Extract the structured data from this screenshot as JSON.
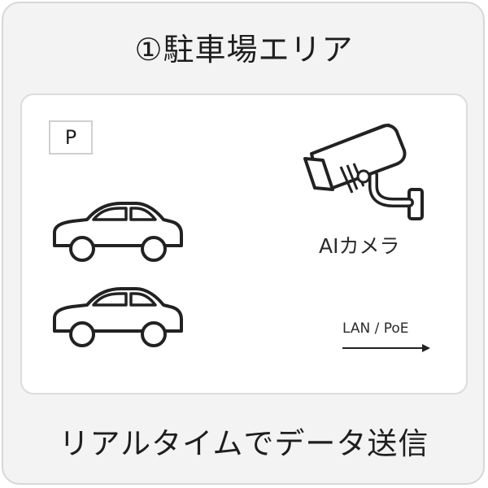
{
  "title": "①駐車場エリア",
  "parking_badge": "P",
  "camera_label": "AIカメラ",
  "connection_label": "LAN / PoE",
  "footer": "リアルタイムでデータ送信",
  "icons": [
    "car-icon",
    "car-icon",
    "security-camera-icon",
    "arrow-right-icon"
  ],
  "colors": {
    "line": "#222222",
    "panel_bg": "#ffffff",
    "frame_bg": "#f3f3f3"
  }
}
